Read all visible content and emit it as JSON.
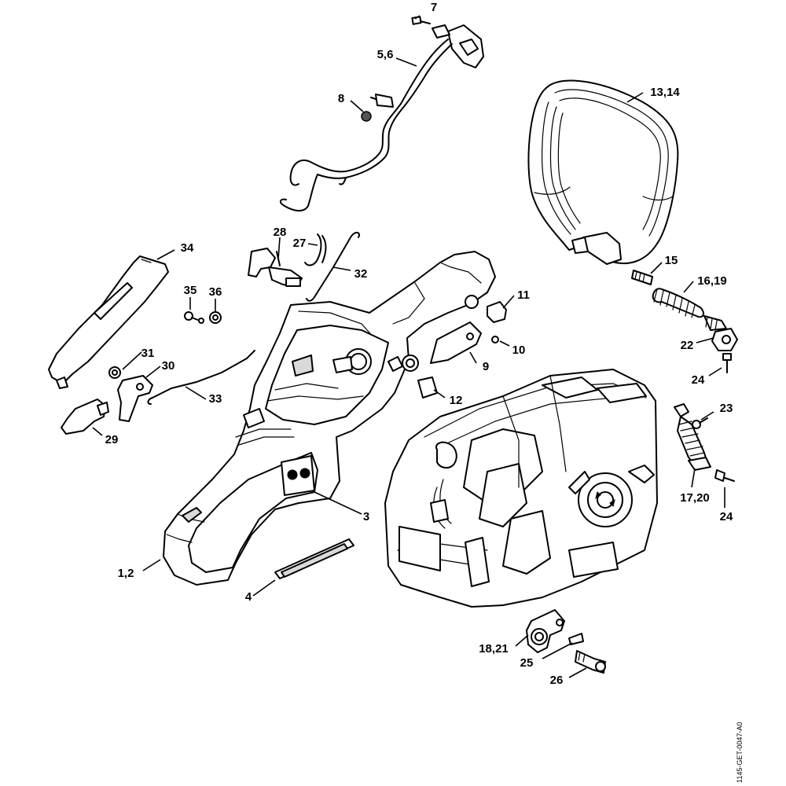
{
  "drawing_code": "1145-GET-0047-A0",
  "callouts": [
    {
      "id": "c7",
      "text": "7"
    },
    {
      "id": "c56",
      "text": "5,6"
    },
    {
      "id": "c8",
      "text": "8"
    },
    {
      "id": "c1314",
      "text": "13,14"
    },
    {
      "id": "c34",
      "text": "34"
    },
    {
      "id": "c28",
      "text": "28"
    },
    {
      "id": "c27",
      "text": "27"
    },
    {
      "id": "c32",
      "text": "32"
    },
    {
      "id": "c35",
      "text": "35"
    },
    {
      "id": "c36",
      "text": "36"
    },
    {
      "id": "c15",
      "text": "15"
    },
    {
      "id": "c1619",
      "text": "16,19"
    },
    {
      "id": "c11",
      "text": "11"
    },
    {
      "id": "c10",
      "text": "10"
    },
    {
      "id": "c9",
      "text": "9"
    },
    {
      "id": "c22",
      "text": "22"
    },
    {
      "id": "c31",
      "text": "31"
    },
    {
      "id": "c30",
      "text": "30"
    },
    {
      "id": "c33",
      "text": "33"
    },
    {
      "id": "c12",
      "text": "12"
    },
    {
      "id": "c24a",
      "text": "24"
    },
    {
      "id": "c29",
      "text": "29"
    },
    {
      "id": "c23",
      "text": "23"
    },
    {
      "id": "c1720",
      "text": "17,20"
    },
    {
      "id": "c24b",
      "text": "24"
    },
    {
      "id": "c3",
      "text": "3"
    },
    {
      "id": "c12b",
      "text": "1,2"
    },
    {
      "id": "c4",
      "text": "4"
    },
    {
      "id": "c1821",
      "text": "18,21"
    },
    {
      "id": "c25",
      "text": "25"
    },
    {
      "id": "c26",
      "text": "26"
    }
  ]
}
